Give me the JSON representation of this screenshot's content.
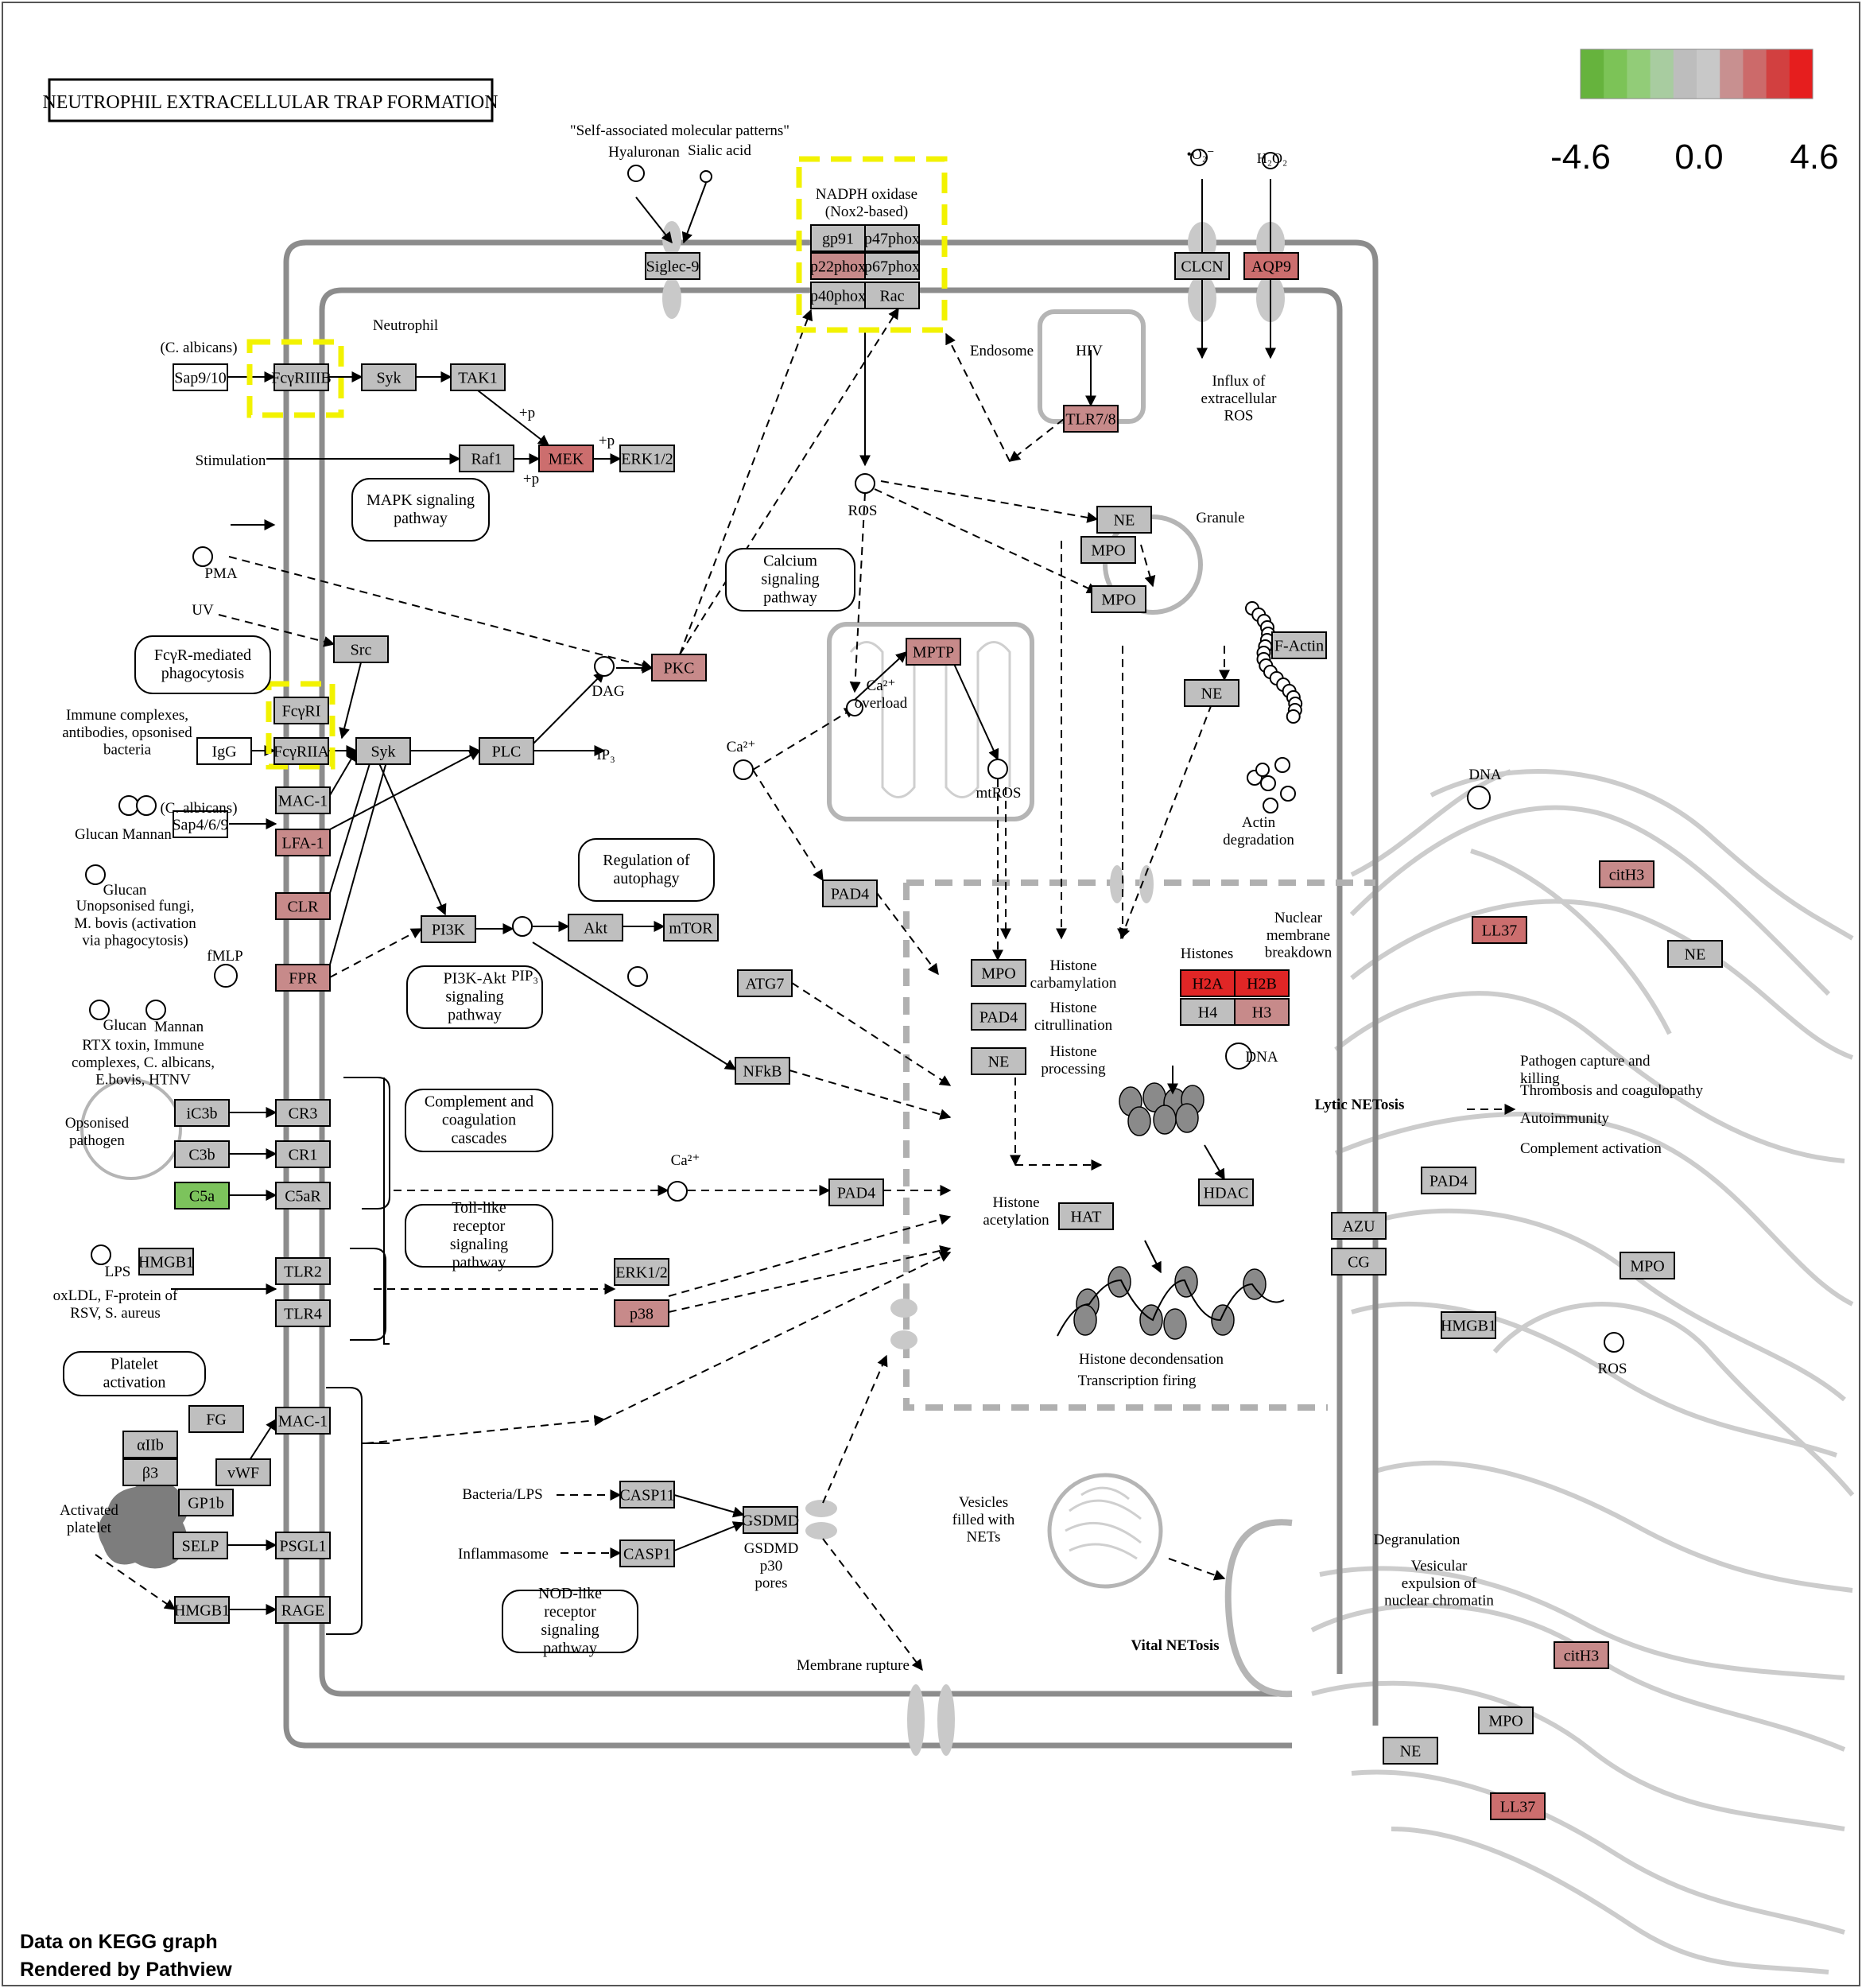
{
  "title": "NEUTROPHIL EXTRACELLULAR TRAP FORMATION",
  "legend": {
    "min_label": "-4.6",
    "mid_label": "0.0",
    "max_label": "4.6",
    "colors": [
      "#66b33d",
      "#7cc357",
      "#92cc78",
      "#a8cca0",
      "#bdbdbd",
      "#c8c8c8",
      "#c89090",
      "#cc6a6a",
      "#d24040",
      "#e61e1e"
    ]
  },
  "footer": {
    "line1": "Data on KEGG graph",
    "line2": "Rendered by Pathview"
  },
  "status_colors": {
    "neutral": "#bfbfbf",
    "up_light": "#c78a8a",
    "up_mid": "#cc6e6e",
    "up_strong": "#e02626",
    "down": "#7cc35c",
    "highlight": "#ffff00"
  },
  "gene_nodes": [
    {
      "id": "gp91",
      "label": "gp91",
      "state": "neutral"
    },
    {
      "id": "p47phox",
      "label": "p47phox",
      "state": "neutral"
    },
    {
      "id": "p22phox",
      "label": "p22phox",
      "state": "up_light"
    },
    {
      "id": "p67phox",
      "label": "p67phox",
      "state": "neutral"
    },
    {
      "id": "p40phox",
      "label": "p40phox",
      "state": "neutral"
    },
    {
      "id": "rac",
      "label": "Rac",
      "state": "neutral"
    },
    {
      "id": "siglec9",
      "label": "Siglec-9",
      "state": "neutral"
    },
    {
      "id": "clcn",
      "label": "CLCN",
      "state": "neutral"
    },
    {
      "id": "aqp9",
      "label": "AQP9",
      "state": "up_mid"
    },
    {
      "id": "fcgr3b",
      "label": "FcγRIIIB",
      "state": "neutral"
    },
    {
      "id": "syk1",
      "label": "Syk",
      "state": "neutral"
    },
    {
      "id": "tak1",
      "label": "TAK1",
      "state": "neutral"
    },
    {
      "id": "tlr78",
      "label": "TLR7/8",
      "state": "up_light"
    },
    {
      "id": "raf1",
      "label": "Raf1",
      "state": "neutral"
    },
    {
      "id": "mek",
      "label": "MEK",
      "state": "up_mid"
    },
    {
      "id": "erk12a",
      "label": "ERK1/2",
      "state": "neutral"
    },
    {
      "id": "ne1",
      "label": "NE",
      "state": "neutral"
    },
    {
      "id": "mpo1",
      "label": "MPO",
      "state": "neutral"
    },
    {
      "id": "mpo2",
      "label": "MPO",
      "state": "neutral"
    },
    {
      "id": "src",
      "label": "Src",
      "state": "neutral"
    },
    {
      "id": "pkc",
      "label": "PKC",
      "state": "up_light"
    },
    {
      "id": "mptp",
      "label": "MPTP",
      "state": "up_light"
    },
    {
      "id": "factin",
      "label": "F-Actin",
      "state": "neutral"
    },
    {
      "id": "ne2",
      "label": "NE",
      "state": "neutral"
    },
    {
      "id": "fcgr1",
      "label": "FcγRI",
      "state": "neutral"
    },
    {
      "id": "fcgr2a",
      "label": "FcγRIIA",
      "state": "neutral"
    },
    {
      "id": "syk2",
      "label": "Syk",
      "state": "neutral"
    },
    {
      "id": "plc",
      "label": "PLC",
      "state": "neutral"
    },
    {
      "id": "mac1a",
      "label": "MAC-1",
      "state": "neutral"
    },
    {
      "id": "lfa1",
      "label": "LFA-1",
      "state": "up_light"
    },
    {
      "id": "clr",
      "label": "CLR",
      "state": "up_light"
    },
    {
      "id": "fpr",
      "label": "FPR",
      "state": "up_light"
    },
    {
      "id": "pi3k",
      "label": "PI3K",
      "state": "neutral"
    },
    {
      "id": "akt",
      "label": "Akt",
      "state": "neutral"
    },
    {
      "id": "mtor",
      "label": "mTOR",
      "state": "neutral"
    },
    {
      "id": "pad4a",
      "label": "PAD4",
      "state": "neutral"
    },
    {
      "id": "atg7",
      "label": "ATG7",
      "state": "neutral"
    },
    {
      "id": "mpo3",
      "label": "MPO",
      "state": "neutral"
    },
    {
      "id": "pad4b",
      "label": "PAD4",
      "state": "neutral"
    },
    {
      "id": "ne3",
      "label": "NE",
      "state": "neutral"
    },
    {
      "id": "h2a",
      "label": "H2A",
      "state": "up_strong"
    },
    {
      "id": "h2b",
      "label": "H2B",
      "state": "up_strong"
    },
    {
      "id": "h4",
      "label": "H4",
      "state": "neutral"
    },
    {
      "id": "h3",
      "label": "H3",
      "state": "up_light"
    },
    {
      "id": "nfkb",
      "label": "NFkB",
      "state": "neutral"
    },
    {
      "id": "ic3b",
      "label": "iC3b",
      "state": "neutral"
    },
    {
      "id": "cr3",
      "label": "CR3",
      "state": "neutral"
    },
    {
      "id": "c3b",
      "label": "C3b",
      "state": "neutral"
    },
    {
      "id": "cr1",
      "label": "CR1",
      "state": "neutral"
    },
    {
      "id": "c5a",
      "label": "C5a",
      "state": "down"
    },
    {
      "id": "c5ar",
      "label": "C5aR",
      "state": "neutral"
    },
    {
      "id": "pad4c",
      "label": "PAD4",
      "state": "neutral"
    },
    {
      "id": "hdac",
      "label": "HDAC",
      "state": "neutral"
    },
    {
      "id": "hat",
      "label": "HAT",
      "state": "neutral"
    },
    {
      "id": "hmgb1a",
      "label": "HMGB1",
      "state": "neutral"
    },
    {
      "id": "tlr2",
      "label": "TLR2",
      "state": "neutral"
    },
    {
      "id": "tlr4",
      "label": "TLR4",
      "state": "neutral"
    },
    {
      "id": "erk12b",
      "label": "ERK1/2",
      "state": "neutral"
    },
    {
      "id": "p38",
      "label": "p38",
      "state": "up_light"
    },
    {
      "id": "fg",
      "label": "FG",
      "state": "neutral"
    },
    {
      "id": "mac1b",
      "label": "MAC-1",
      "state": "neutral"
    },
    {
      "id": "aiib",
      "label": "αIIb",
      "state": "neutral"
    },
    {
      "id": "b3",
      "label": "β3",
      "state": "neutral"
    },
    {
      "id": "vwf",
      "label": "vWF",
      "state": "neutral"
    },
    {
      "id": "gp1b",
      "label": "GP1b",
      "state": "neutral"
    },
    {
      "id": "selp",
      "label": "SELP",
      "state": "neutral"
    },
    {
      "id": "psgl1",
      "label": "PSGL1",
      "state": "neutral"
    },
    {
      "id": "hmgb1b",
      "label": "HMGB1",
      "state": "neutral"
    },
    {
      "id": "rage",
      "label": "RAGE",
      "state": "neutral"
    },
    {
      "id": "casp11",
      "label": "CASP11",
      "state": "neutral"
    },
    {
      "id": "casp1",
      "label": "CASP1",
      "state": "neutral"
    },
    {
      "id": "gsdmd",
      "label": "GSDMD",
      "state": "neutral"
    },
    {
      "id": "cith3a",
      "label": "citH3",
      "state": "up_light"
    },
    {
      "id": "ll37a",
      "label": "LL37",
      "state": "up_mid"
    },
    {
      "id": "ne4",
      "label": "NE",
      "state": "neutral"
    },
    {
      "id": "pad4d",
      "label": "PAD4",
      "state": "neutral"
    },
    {
      "id": "azu",
      "label": "AZU",
      "state": "neutral"
    },
    {
      "id": "cg",
      "label": "CG",
      "state": "neutral"
    },
    {
      "id": "mpo4",
      "label": "MPO",
      "state": "neutral"
    },
    {
      "id": "hmgb1c",
      "label": "HMGB1",
      "state": "neutral"
    },
    {
      "id": "cith3b",
      "label": "citH3",
      "state": "up_light"
    },
    {
      "id": "mpo5",
      "label": "MPO",
      "state": "neutral"
    },
    {
      "id": "ne5",
      "label": "NE",
      "state": "neutral"
    },
    {
      "id": "ll37b",
      "label": "LL37",
      "state": "up_mid"
    },
    {
      "id": "sap910",
      "label": "Sap9/10",
      "state": "white"
    },
    {
      "id": "igg",
      "label": "IgG",
      "state": "white"
    },
    {
      "id": "sap469",
      "label": "Sap4/6/9",
      "state": "white"
    }
  ],
  "pathway_maps": [
    {
      "id": "mapk",
      "label": "MAPK signaling pathway"
    },
    {
      "id": "calcium",
      "label": "Calcium signaling pathway"
    },
    {
      "id": "fcr",
      "label": "FcγR-mediated phagocytosis"
    },
    {
      "id": "autophagy",
      "label": "Regulation of autophagy"
    },
    {
      "id": "pi3kakt",
      "label": "PI3K-Akt signaling pathway"
    },
    {
      "id": "complement",
      "label": "Complement and coagulation cascades"
    },
    {
      "id": "toll",
      "label": "Toll-like receptor signaling pathway"
    },
    {
      "id": "platelet",
      "label": "Platelet activation"
    },
    {
      "id": "nod",
      "label": "NOD-like receptor signaling pathway"
    }
  ],
  "labels": {
    "self_patterns": "\"Self-associated molecular patterns\"",
    "hyaluronan": "Hyaluronan",
    "sialic_acid": "Sialic acid",
    "nadph1": "NADPH oxidase",
    "nadph2": "(Nox2-based)",
    "o2": "•O₂⁻",
    "h2o2": "H₂O₂",
    "influx": "Influx of extracellular ROS",
    "neutrophil": "Neutrophil",
    "c_albicans1": "(C. albicans)",
    "endosome": "Endosome",
    "hiv": "HIV",
    "stimulation": "Stimulation",
    "plus_p1": "+p",
    "plus_p2": "+p",
    "plus_p3": "+p",
    "ros1": "ROS",
    "granule": "Granule",
    "pma": "PMA",
    "uv": "UV",
    "dag": "DAG",
    "ca_overload": "Ca²⁺ overload",
    "immune": "Immune complexes, antibodies, opsonised bacteria",
    "ip3": "IP₃",
    "ca1": "Ca²⁺",
    "mtros": "mtROS",
    "actin_deg": "Actin degradation",
    "dna1": "DNA",
    "c_albicans2": "(C. albicans)",
    "glucan_mannan": "Glucan Mannan",
    "glucan1": "Glucan",
    "unopsonised": "Unopsonised fungi, M. bovis (activation via phagocytosis)",
    "fmlp": "fMLP",
    "pip3": "PIP₃",
    "nuclear_breakdown": "Nuclear membrane breakdown",
    "histones": "Histones",
    "histone_carb": "Histone carbamylation",
    "histone_cit": "Histone citrullination",
    "histone_proc": "Histone processing",
    "dna2": "DNA",
    "glucan2": "Glucan",
    "mannan": "Mannan",
    "rtx": "RTX toxin, Immune complexes, C. albicans, E.bovis, HTNV",
    "opsonised": "Opsonised pathogen",
    "lytic": "Lytic NETosis",
    "pathogen_capture": "Pathogen capture and killing",
    "thrombosis": "Thrombosis and coagulopathy",
    "autoimmunity": "Autoimmunity",
    "complement_act": "Complement activation",
    "ca2": "Ca²⁺",
    "histone_acet": "Histone acetylation",
    "lps": "LPS",
    "oxldl": "oxLDL, F-protein of RSV, S. aureus",
    "histone_decond": "Histone decondensation",
    "transcription": "Transcription firing",
    "ros2": "ROS",
    "activated_platelet": "Activated platelet",
    "bacteria_lps": "Bacteria/LPS",
    "inflammasome": "Inflammasome",
    "gsdmd_pores": "GSDMD p30 pores",
    "vesicles": "Vesicles filled with NETs",
    "degranulation": "Degranulation",
    "vesicular": "Vesicular expulsion of nuclear chromatin",
    "vital": "Vital NETosis",
    "membrane_rupture": "Membrane rupture"
  }
}
